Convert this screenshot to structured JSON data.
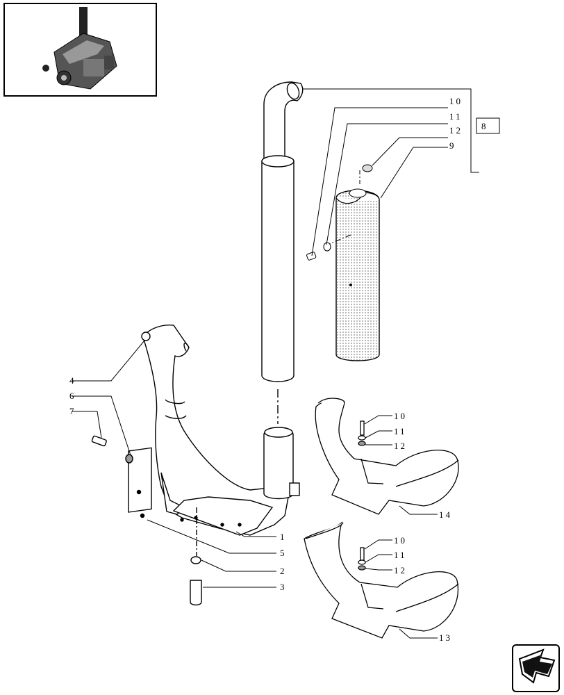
{
  "callouts": {
    "c1": "1",
    "c2": "2",
    "c3": "3",
    "c4": "4",
    "c5": "5",
    "c6": "6",
    "c7": "7",
    "c8": "8",
    "c9": "9",
    "c10a": "10",
    "c11a": "11",
    "c12a": "12",
    "c10b": "10",
    "c11b": "11",
    "c12b": "12",
    "c10c": "10",
    "c11c": "11",
    "c12c": "12",
    "c13": "13",
    "c14": "14"
  },
  "icons": {
    "thumbnail": "engine-thumbnail-icon",
    "navigation": "next-page-arrow-icon"
  }
}
